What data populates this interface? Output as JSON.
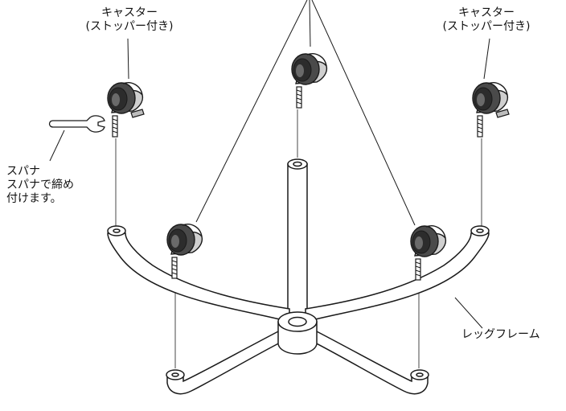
{
  "labels": {
    "caster_left": {
      "line1": "キャスター",
      "line2": "(ストッパー付き)"
    },
    "caster_right": {
      "line1": "キャスター",
      "line2": "(ストッパー付き)"
    },
    "spanner": {
      "line1": "スパナ",
      "line2": "スパナで締め",
      "line3": "付けます。"
    },
    "leg_frame": "レッグフレーム"
  },
  "colors": {
    "line": "#1a1a1a",
    "frame_fill": "#ffffff",
    "caster_wheel": "#4a4a4a",
    "caster_wheel_dark": "#2c2c2c",
    "caster_housing": "#d9d9d9"
  }
}
